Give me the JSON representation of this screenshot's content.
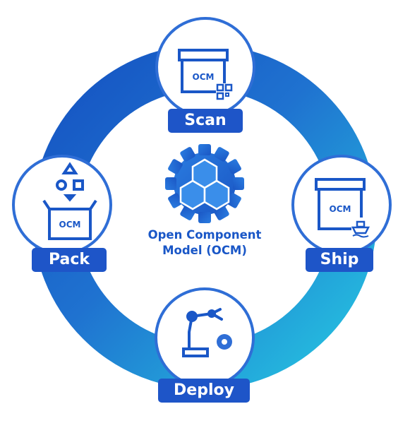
{
  "center": {
    "title_line1": "Open Component",
    "title_line2": "Model (OCM)",
    "icon": "gear-with-puzzle-hexagons-icon"
  },
  "stages": {
    "scan": {
      "label": "Scan",
      "box_text": "OCM",
      "icon": "box-qr-code-icon"
    },
    "ship": {
      "label": "Ship",
      "box_text": "OCM",
      "icon": "box-ship-icon"
    },
    "deploy": {
      "label": "Deploy",
      "icon": "robot-arm-icon"
    },
    "pack": {
      "label": "Pack",
      "box_text": "OCM",
      "icon": "box-shapes-icon"
    }
  },
  "colors": {
    "ring_dark": "#1a5bc4",
    "ring_light": "#22b8dc",
    "label_bg": "#1e55c8",
    "icon_blue": "#1a57c7",
    "circle_border": "#2f6ed6"
  }
}
